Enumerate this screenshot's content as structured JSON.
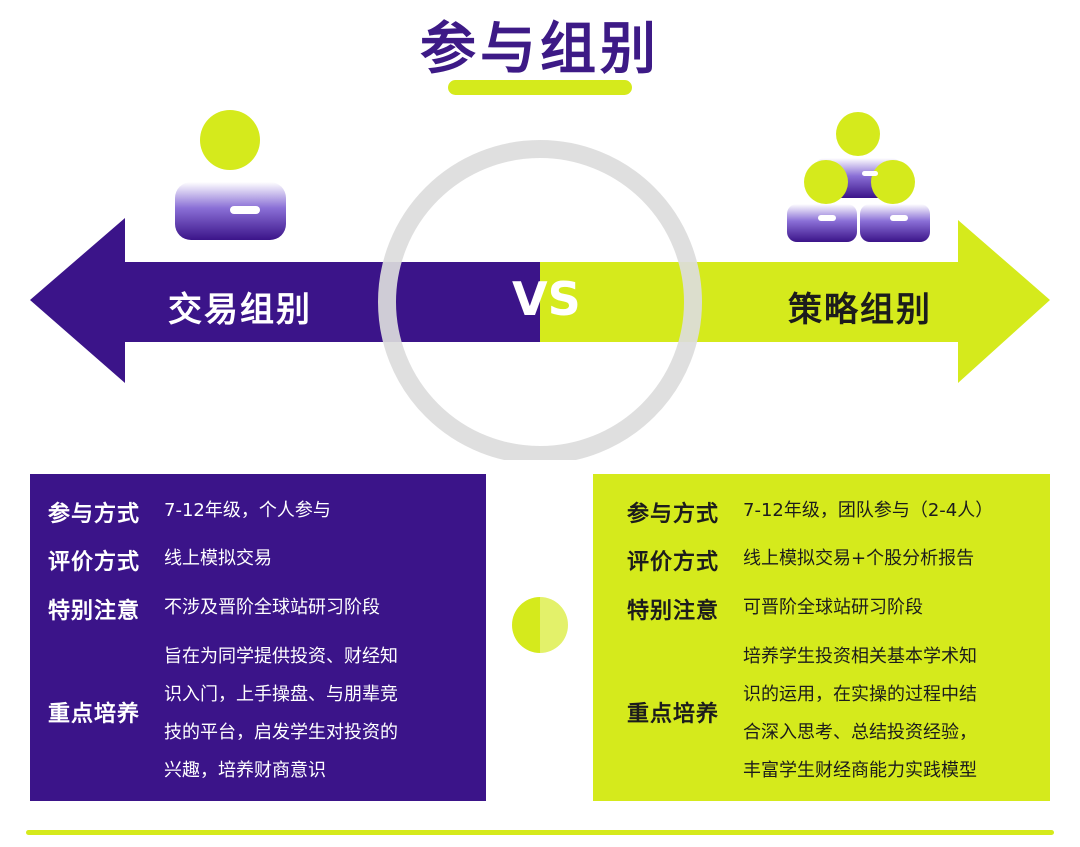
{
  "title": "参与组别",
  "vs_text": "VS",
  "colors": {
    "purple": "#3b1489",
    "lime": "#d5ea1c",
    "ring": "#dcdcdc"
  },
  "left_group": {
    "name": "交易组别",
    "icon": "single-person-icon",
    "rows": [
      {
        "key": "参与方式",
        "lines": [
          "7-12年级，个人参与"
        ]
      },
      {
        "key": "评价方式",
        "lines": [
          "线上模拟交易"
        ]
      },
      {
        "key": "特别注意",
        "lines": [
          "不涉及晋阶全球站研习阶段"
        ]
      },
      {
        "key": "重点培养",
        "lines": [
          "旨在为同学提供投资、财经知",
          "识入门，上手操盘、与朋辈竞",
          "技的平台，启发学生对投资的",
          "兴趣，培养财商意识"
        ]
      }
    ]
  },
  "right_group": {
    "name": "策略组别",
    "icon": "team-icon",
    "rows": [
      {
        "key": "参与方式",
        "lines": [
          "7-12年级，团队参与（2-4人）"
        ]
      },
      {
        "key": "评价方式",
        "lines": [
          "线上模拟交易+个股分析报告"
        ]
      },
      {
        "key": "特别注意",
        "lines": [
          "可晋阶全球站研习阶段"
        ]
      },
      {
        "key": "重点培养",
        "lines": [
          "培养学生投资相关基本学术知",
          "识的运用，在实操的过程中结",
          "合深入思考、总结投资经验，",
          "丰富学生财经商能力实践模型"
        ]
      }
    ]
  }
}
